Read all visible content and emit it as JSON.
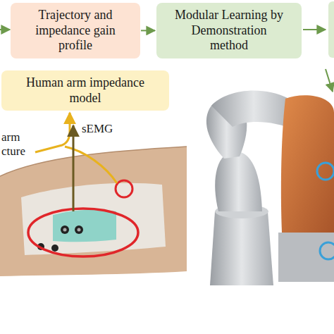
{
  "diagram": {
    "nodes": [
      {
        "text": [
          "Trajectory and impedance gain profile"
        ]
      },
      {
        "text": [
          "Modular Learning by Demonstration method"
        ]
      },
      {
        "text": [
          "Human arm impedance model"
        ]
      }
    ],
    "edges": [
      {
        "from": 0,
        "to": 1,
        "arrow": "to"
      }
    ],
    "labels": [
      "sEMG",
      "arm",
      "cture"
    ]
  }
}
